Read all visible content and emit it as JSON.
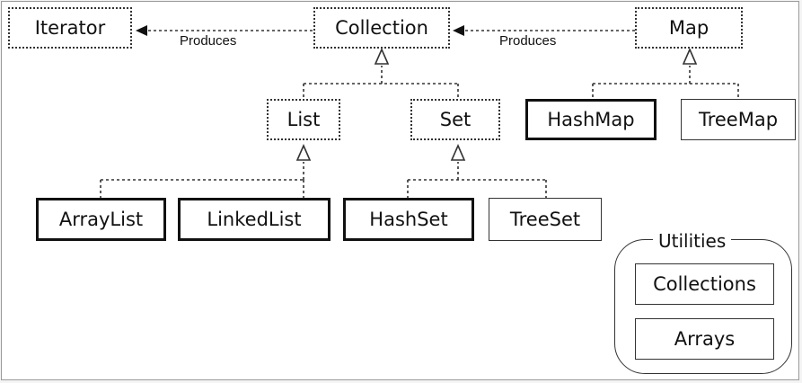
{
  "nodes": {
    "iterator": "Iterator",
    "collection": "Collection",
    "map": "Map",
    "list": "List",
    "set": "Set",
    "hashmap": "HashMap",
    "treemap": "TreeMap",
    "arraylist": "ArrayList",
    "linkedlist": "LinkedList",
    "hashset": "HashSet",
    "treeset": "TreeSet"
  },
  "relations": {
    "collection_to_iterator": "Produces",
    "map_to_collection": "Produces"
  },
  "utilities": {
    "title": "Utilities",
    "items": [
      "Collections",
      "Arrays"
    ]
  },
  "colors": {
    "line": "#333333",
    "background": "#ffffff"
  }
}
